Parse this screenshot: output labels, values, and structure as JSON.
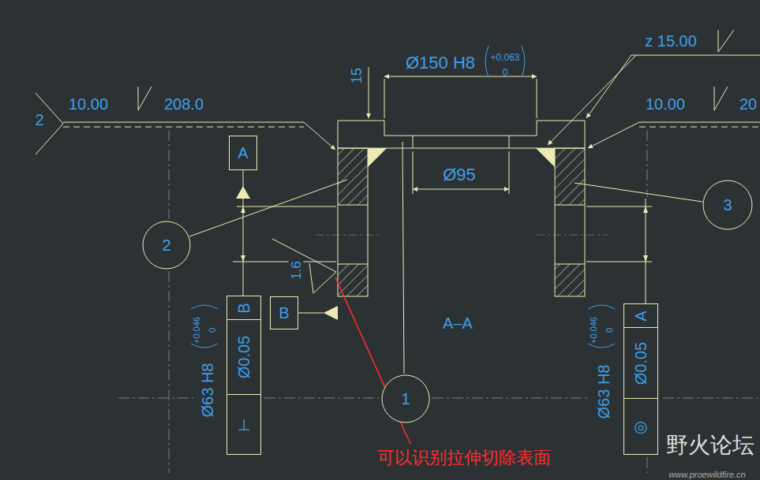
{
  "diagram": {
    "nodes": [
      {
        "text": [
          "A"
        ]
      },
      {
        "text": [
          "2"
        ]
      },
      {
        "text": [
          "B"
        ]
      },
      {
        "text": [
          "B",
          "Ø0.05",
          "⊥"
        ]
      },
      {
        "text": [
          "1"
        ]
      },
      {
        "text": [
          "3"
        ]
      },
      {
        "text": [
          "A",
          "Ø0.05",
          "◎"
        ]
      }
    ],
    "edges": [
      {
        "from": 3,
        "to": 0,
        "arrow": "none"
      }
    ],
    "labels": [
      "15",
      "Ø150 H8",
      "+0.063",
      "0",
      "z 15.00",
      "2",
      "10.00",
      "208.0",
      "10.00",
      "20",
      "Ø95",
      "1.6",
      "A–A",
      "Ø63 H8",
      "+0.046",
      "0",
      "Ø63 H8",
      "+0.046",
      "0",
      "可以识别拉伸切除表面",
      "野火论坛",
      "www.proewildfire.cn"
    ]
  }
}
